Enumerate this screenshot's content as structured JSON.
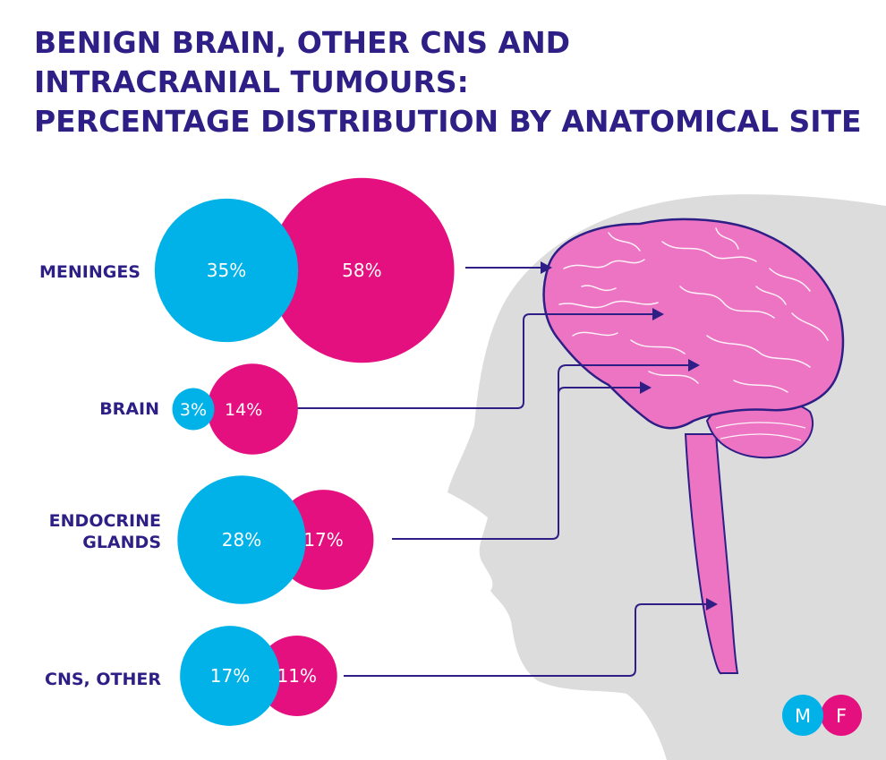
{
  "title_lines": [
    "BENIGN BRAIN, OTHER CNS AND",
    "INTRACRANIAL TUMOURS:",
    "PERCENTAGE DISTRIBUTION BY ANATOMICAL SITE"
  ],
  "colors": {
    "male": "#00b2e8",
    "female": "#e5107f",
    "text": "#2e1f86",
    "head": "#dcdcdc",
    "brain": "#ec74c2",
    "brain_outline": "#2e1f86"
  },
  "legend": {
    "male": "M",
    "female": "F"
  },
  "chart_data": {
    "type": "bubble",
    "title": "BENIGN BRAIN, OTHER CNS AND INTRACRANIAL TUMOURS: PERCENTAGE DISTRIBUTION BY ANATOMICAL SITE",
    "categories": [
      "MENINGES",
      "BRAIN",
      "ENDOCRINE GLANDS",
      "CNS, OTHER"
    ],
    "series": [
      {
        "name": "M",
        "values": [
          35,
          3,
          28,
          17
        ],
        "labels": [
          "35%",
          "3%",
          "28%",
          "17%"
        ]
      },
      {
        "name": "F",
        "values": [
          58,
          14,
          17,
          11
        ],
        "labels": [
          "58%",
          "14%",
          "17%",
          "11%"
        ]
      }
    ],
    "unit": "%",
    "legend_position": "bottom-right"
  }
}
